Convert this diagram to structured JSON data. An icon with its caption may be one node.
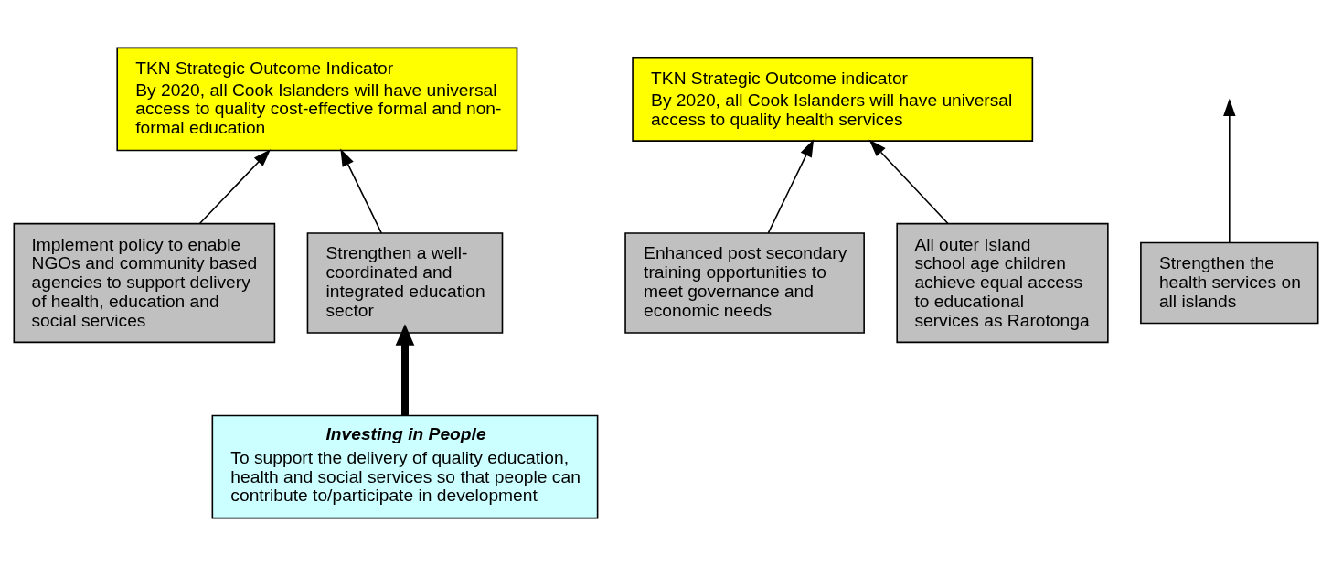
{
  "diagram": {
    "nodes": [
      {
        "text": [
          "TKN Strategic Outcome Indicator",
          "By 2020, all Cook Islanders will have universal access to quality cost-effective formal and non-formal education"
        ]
      },
      {
        "text": [
          "TKN Strategic Outcome indicator",
          "By 2020, all Cook Islanders will have universal access to quality health services"
        ]
      },
      {
        "text": [
          "Strengthen the health services on all islands"
        ]
      },
      {
        "text": [
          "Implement policy to enable NGOs and community based agencies to support delivery of health, education and social services"
        ]
      },
      {
        "text": [
          "Strengthen a well-coordinated and integrated education sector"
        ]
      },
      {
        "text": [
          "Enhanced post secondary training opportunities to meet governance and economic needs"
        ]
      },
      {
        "text": [
          "All outer Island school age children achieve equal access to educational services as Rarotonga"
        ]
      },
      {
        "text": [
          "Investing in People",
          "To support the delivery of quality education, health and social services so that people can contribute to/participate in development"
        ]
      }
    ],
    "edges": [
      {
        "from": 2,
        "to": null,
        "arrow": "to"
      },
      {
        "from": 3,
        "to": 0,
        "arrow": "to"
      },
      {
        "from": 4,
        "to": 0,
        "arrow": "to"
      },
      {
        "from": 5,
        "to": 1,
        "arrow": "to"
      },
      {
        "from": 6,
        "to": 1,
        "arrow": "to"
      },
      {
        "from": 7,
        "to": 4,
        "arrow": "to",
        "style": "thick"
      }
    ]
  }
}
